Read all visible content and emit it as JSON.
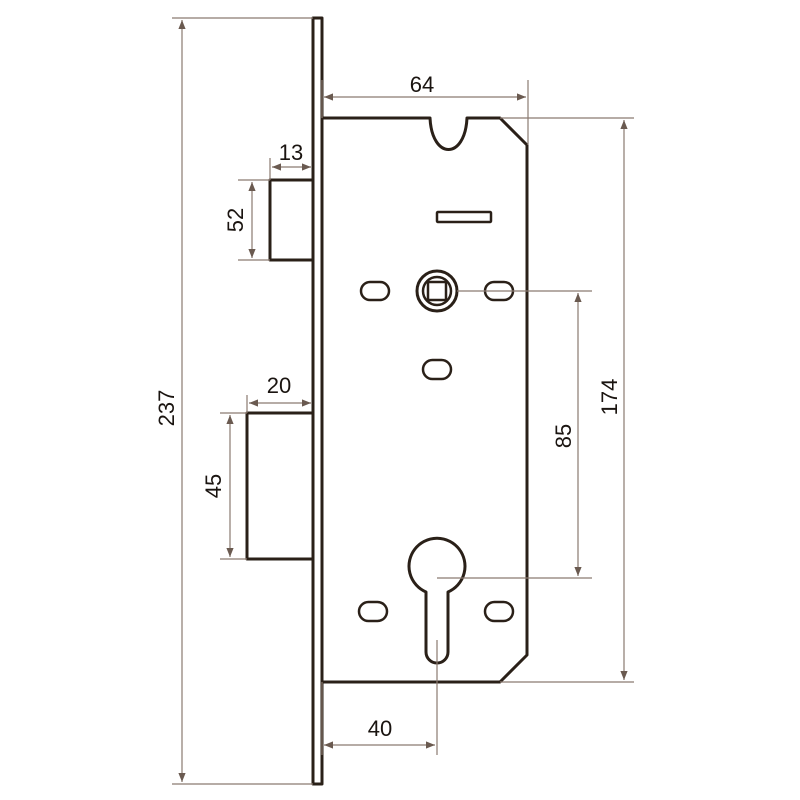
{
  "diagram": {
    "colors": {
      "outline": "#2a2018",
      "dimension_line": "#8a7a70",
      "text": "#1a1410"
    },
    "dimensions": {
      "backset_width": "64",
      "latch_bolt_projection": "13",
      "latch_bolt_height": "52",
      "deadbolt_projection": "20",
      "deadbolt_height": "45",
      "faceplate_height": "237",
      "center_distance": "85",
      "case_height": "174",
      "backset": "40"
    }
  }
}
